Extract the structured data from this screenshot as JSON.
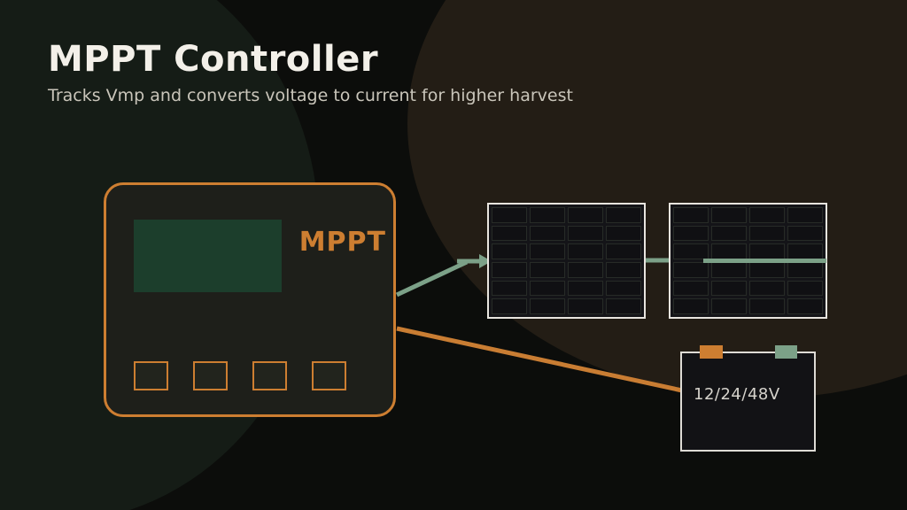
{
  "slide": {
    "title": "MPPT Controller",
    "subtitle": "Tracks Vmp and converts voltage to current for higher harvest"
  },
  "controller": {
    "label": "MPPT",
    "screen": "lcd-display",
    "button_count": 4
  },
  "solar_array": {
    "panel_count": 2,
    "columns": 4,
    "rows": 6
  },
  "battery": {
    "voltage_label": "12/24/48V",
    "positive_terminal_color": "#cd7e31",
    "negative_terminal_color": "#7ca188"
  },
  "colors": {
    "background": "#0c0d0b",
    "accent_orange": "#cd7e31",
    "wire_green": "#7ca188",
    "screen_green": "#1c3e2c",
    "panel_frame": "#e8e5df",
    "title_text": "#f3f0e9",
    "subtitle_text": "#c9c5ba"
  }
}
